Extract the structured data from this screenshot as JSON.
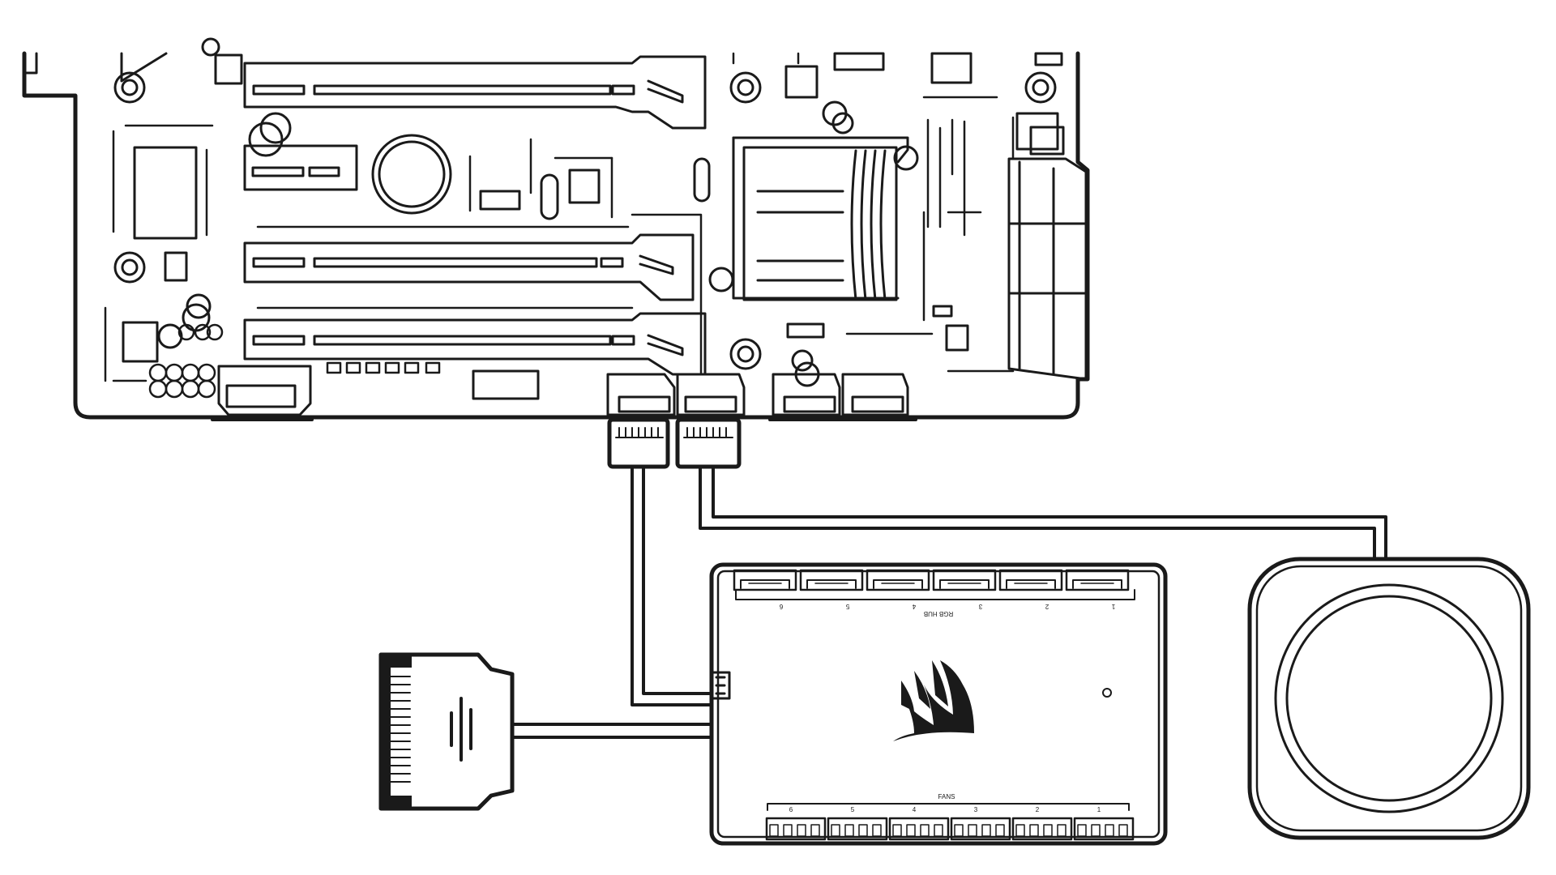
{
  "colors": {
    "stroke": "#1a1a1a",
    "background": "#ffffff"
  },
  "controller": {
    "rgb_hub_label": "RGB HUB",
    "fans_label": "FANS",
    "rgb_ports": [
      "6",
      "5",
      "4",
      "3",
      "2",
      "1"
    ],
    "fan_ports": [
      "6",
      "5",
      "4",
      "3",
      "2",
      "1"
    ],
    "logo_icon": "corsair-sails-logo-icon"
  },
  "icons": {
    "motherboard": "motherboard-icon",
    "sata_power": "sata-power-connector-icon",
    "cooler": "cpu-cooler-pump-icon",
    "usb_header": "usb-header-icon"
  }
}
